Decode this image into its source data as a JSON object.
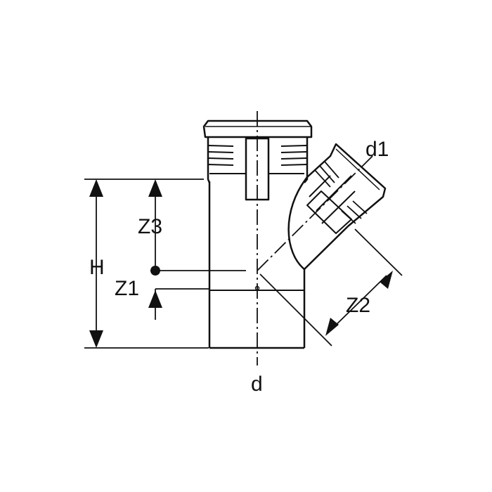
{
  "diagram": {
    "labels": {
      "d": "d",
      "d1": "d1",
      "H": "H",
      "Z1": "Z1",
      "Z2": "Z2",
      "Z3": "Z3"
    },
    "colors": {
      "line": "#111111",
      "background": "#ffffff"
    }
  }
}
